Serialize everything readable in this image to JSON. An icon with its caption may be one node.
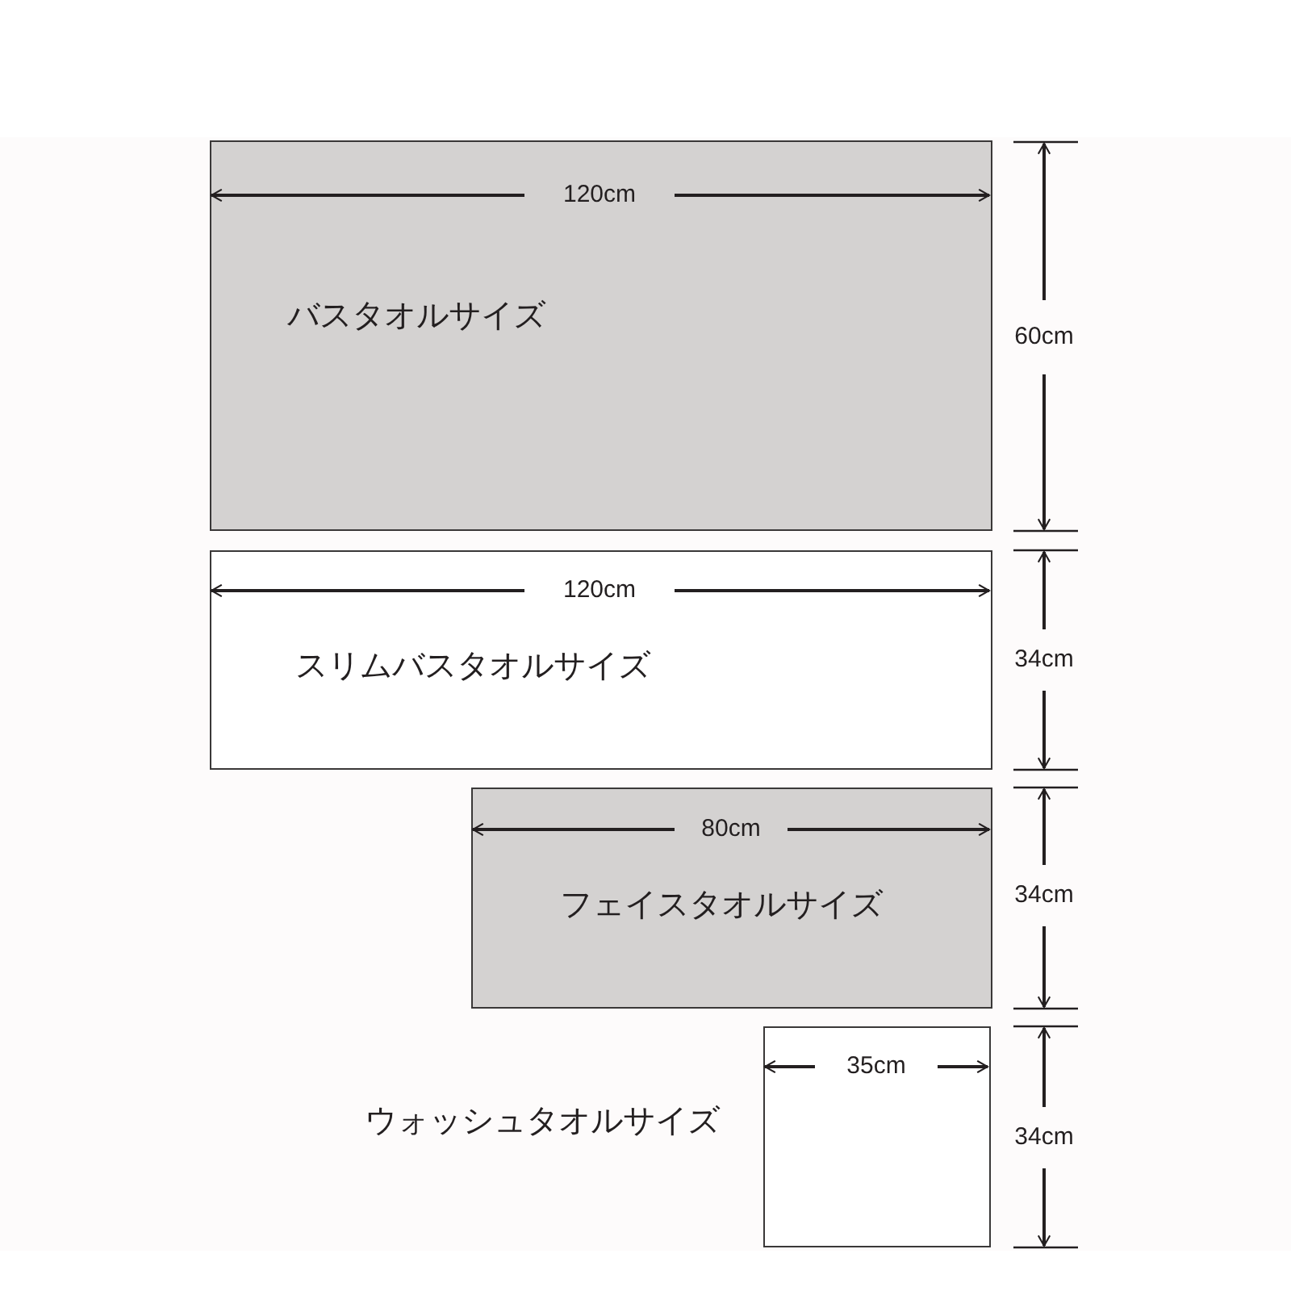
{
  "diagram": {
    "nodes": [
      {
        "text": [
          "バスタオルサイズ"
        ]
      },
      {
        "text": [
          "スリムバスタオルサイズ"
        ]
      },
      {
        "text": [
          "フェイスタオルサイズ"
        ]
      },
      {
        "text": [
          "ウォッシュタオルサイズ"
        ]
      }
    ],
    "labels": [
      "120cm",
      "60cm",
      "120cm",
      "34cm",
      "80cm",
      "34cm",
      "35cm",
      "34cm"
    ]
  }
}
